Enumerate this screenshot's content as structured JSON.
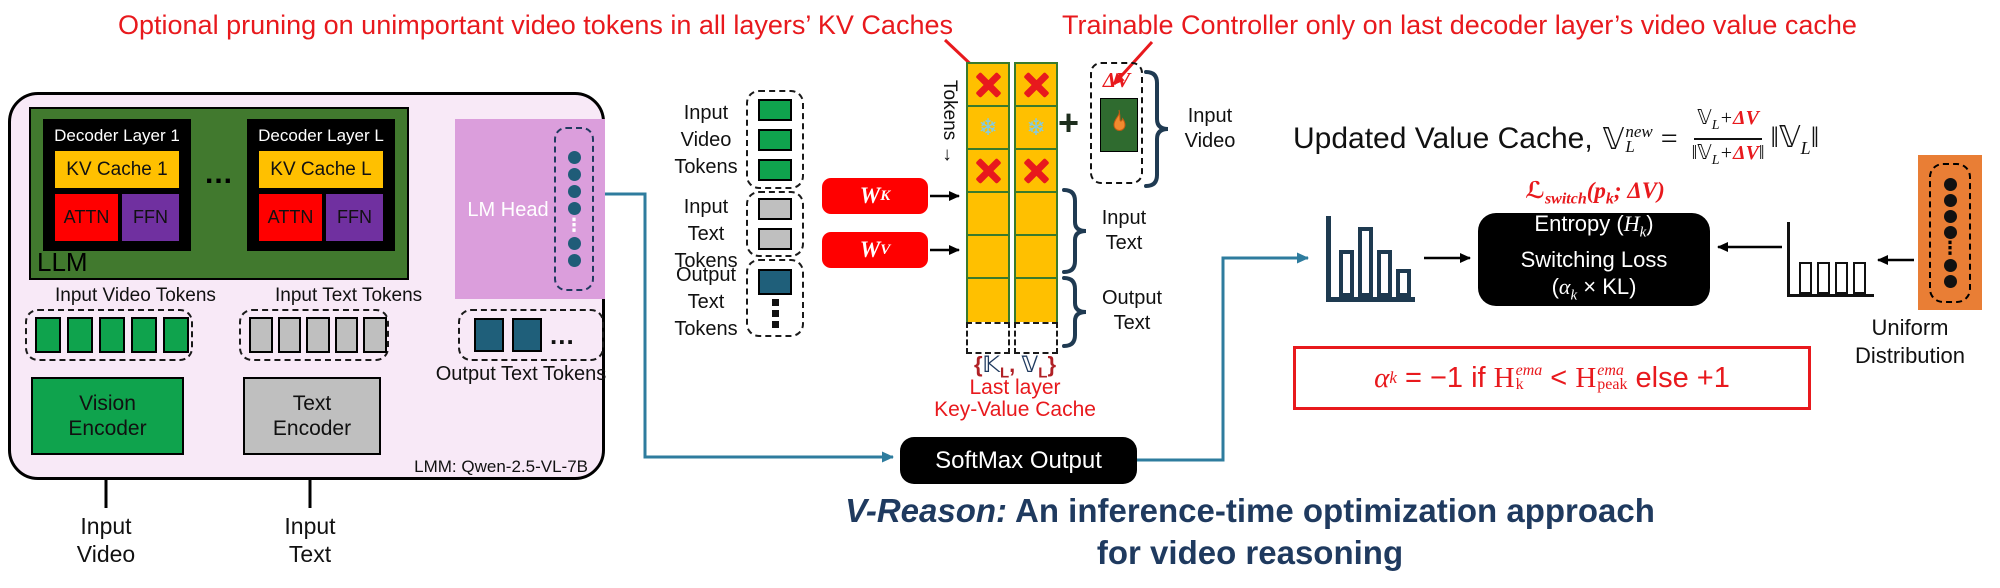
{
  "captions": {
    "pruning": "Optional pruning on unimportant video tokens in all layers’ KV Caches",
    "controller": "Trainable Controller only on last decoder layer’s video value cache"
  },
  "llm": {
    "decoder1_title": "Decoder Layer 1",
    "kv1": "KV Cache 1",
    "decoderL_title": "Decoder Layer L",
    "kvL": "KV Cache L",
    "attn": "ATTN",
    "ffn": "FFN",
    "ellipsis": "...",
    "label": "LLM",
    "lm_head": "LM Head",
    "input_video_tokens_label": "Input Video Tokens",
    "input_text_tokens_label": "Input Text Tokens",
    "output_text_tokens_label": "Output Text Tokens",
    "output_ellipsis": "...",
    "vision_encoder": "Vision Encoder",
    "text_encoder": "Text Encoder",
    "model": "LMM: Qwen-2.5-VL-7B",
    "input_video": "Input Video",
    "input_text": "Input Text"
  },
  "mid_tokens": {
    "video_label": "Input Video Tokens",
    "text_label": "Input Text Tokens",
    "output_label": "Output Text Tokens",
    "wk_base": "W",
    "wk_sub": "K",
    "wv_base": "W",
    "wv_sub": "V"
  },
  "cache": {
    "axis": "Tokens →",
    "plus": "+",
    "delta_v": "ΔV",
    "brace_video": "Input Video",
    "brace_text": "Input Text",
    "brace_output": "Output Text",
    "set_open": "{",
    "set_close": "}",
    "comma": ", ",
    "k": "𝕂",
    "v": "𝕍",
    "sub_l": "L",
    "last_layer": "Last layer",
    "kv_cache": "Key-Value Cache"
  },
  "softmax": "SoftMax Output",
  "uvc": {
    "label": "Updated Value Cache,",
    "v": "𝕍",
    "sub_l": "L",
    "sup_new": "new",
    "eq": "=",
    "plus": "+",
    "dv": "ΔV",
    "bar": "‖"
  },
  "loss": {
    "l": "ℒ",
    "sub": "switch",
    "args_open": "(p",
    "sub_k": "k",
    "args_rest": "; ΔV)",
    "line1_pre": "Entropy (",
    "line1_h": "H",
    "line1_sub": "k",
    "line1_post": ")",
    "line2": "Switching Loss",
    "line3_pre": "(",
    "line3_a": "α",
    "line3_sub": "k",
    "line3_post": " × KL)"
  },
  "alpha": {
    "a": "α",
    "sub_k": "k",
    "mid": " = −1 if ",
    "h1": "H",
    "h1_sup": "ema",
    "h1_sub": "k",
    "lt": " < ",
    "h2": "H",
    "h2_sup": "ema",
    "h2_sub": "peak",
    "tail": " else +1"
  },
  "uniform": {
    "line1": "Uniform",
    "line2": "Distribution"
  },
  "vreason": {
    "title": "V-Reason:",
    "rest": " An inference-time optimization approach",
    "line2": "for video reasoning"
  },
  "colors": {
    "red": "#e8191d",
    "teal_line": "#2e7c9e",
    "navy": "#1f3a5f",
    "kv_yellow": "#ffc000",
    "llm_green": "#41792e",
    "encoder_green": "#0fa34d",
    "ffn_purple": "#7030a0",
    "lm_head_orchid": "#db9edc",
    "panel_pink": "#f8e9f7",
    "gray": "#bfbfbf",
    "token_teal": "#1f5f7a",
    "uniform_orange": "#e97e35"
  }
}
